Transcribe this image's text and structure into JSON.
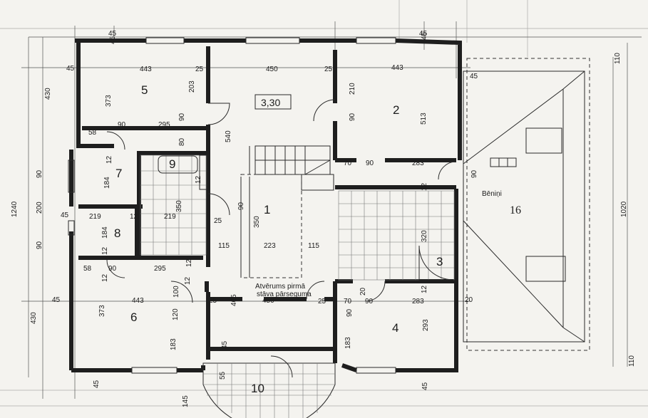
{
  "rooms": {
    "r1": "1",
    "r2": "2",
    "r3": "3",
    "r4": "4",
    "r5": "5",
    "r6": "6",
    "r7": "7",
    "r8": "8",
    "r9": "9",
    "r10": "10",
    "r16": "16"
  },
  "labels": {
    "level": "3,30",
    "attic": "Bēniņi",
    "opening_line1": "Atvērums pirmā",
    "opening_line2": "stāva pārseguma"
  },
  "dims": {
    "top45a": "45",
    "top45b": "45",
    "top45c": "45",
    "top45d": "45",
    "top110": "110",
    "d45_left": "45",
    "d443_left": "443",
    "d25_a": "25",
    "d450_top": "450",
    "d25_b": "25",
    "d443_right": "443",
    "d45_right": "45",
    "d373_top": "373",
    "d203": "203",
    "d210": "210",
    "d513": "513",
    "d90_a": "90",
    "d90_b": "90",
    "d58_top": "58",
    "d90_c": "90",
    "d295_top": "295",
    "d80": "80",
    "d540": "540",
    "d12_a": "12",
    "d90_left": "90",
    "d70": "70",
    "d90_d": "90",
    "d283_top": "283",
    "d90_attic": "90",
    "d184_a": "184",
    "d12_b": "12",
    "d12_c": "12",
    "d200": "200",
    "d1240": "1240",
    "d1020": "1020",
    "d219_a": "219",
    "d219_b": "219",
    "d12_d": "12",
    "d45_mid": "45",
    "d350_bath": "350",
    "d25_c": "25",
    "d90_e": "90",
    "d350": "350",
    "d320": "320",
    "d184_b": "184",
    "d90_f": "90",
    "d12_e": "12",
    "d115_a": "115",
    "d223": "223",
    "d115_b": "115",
    "d12_f": "12",
    "d58_bot": "58",
    "d90_g": "90",
    "d295_bot": "295",
    "d12_g": "12",
    "d12_h": "12",
    "d443_bot": "443",
    "d45_bot_left": "45",
    "d100": "100",
    "d25_d": "25",
    "d465": "465",
    "d450_bot": "450",
    "d25_e": "25",
    "d70_b": "70",
    "d20_a": "20",
    "d90_h": "90",
    "d283_bot": "283",
    "d20_b": "20",
    "d12_i": "12",
    "d90_i": "90",
    "d373_bot": "373",
    "d430_top": "430",
    "d430_bot": "430",
    "d120": "120",
    "d183_a": "183",
    "d183_b": "183",
    "d293": "293",
    "d45_e": "45",
    "d55": "55",
    "d145": "145",
    "d45_f": "45",
    "d45_g": "45",
    "d110_bot": "110"
  }
}
